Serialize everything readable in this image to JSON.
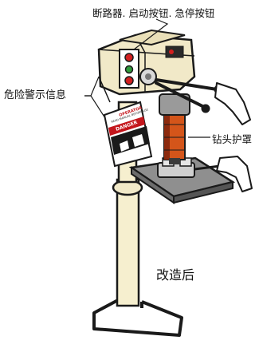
{
  "labels": {
    "breaker_buttons": "断路器. 启动按钮. 急停按钮",
    "danger_info": "危险警示信息",
    "bit_guard": "钻头护罩",
    "after_modification": "改造后"
  },
  "warning_tag": {
    "header": "OPERATOR",
    "subheader": "READ MANUAL BEFORE USE",
    "danger": "DANGER"
  },
  "colors": {
    "outline": "#1a1a1a",
    "body_fill": "#f1e9c8",
    "column_fill": "#f6efcf",
    "guard_orange": "#d4551a",
    "guard_dark": "#8c2a0e",
    "danger_red": "#c4161c",
    "button_red": "#d21f1f",
    "button_green": "#2f9a3a",
    "table_gray": "#8f8f8f",
    "dark_gray": "#555555"
  }
}
